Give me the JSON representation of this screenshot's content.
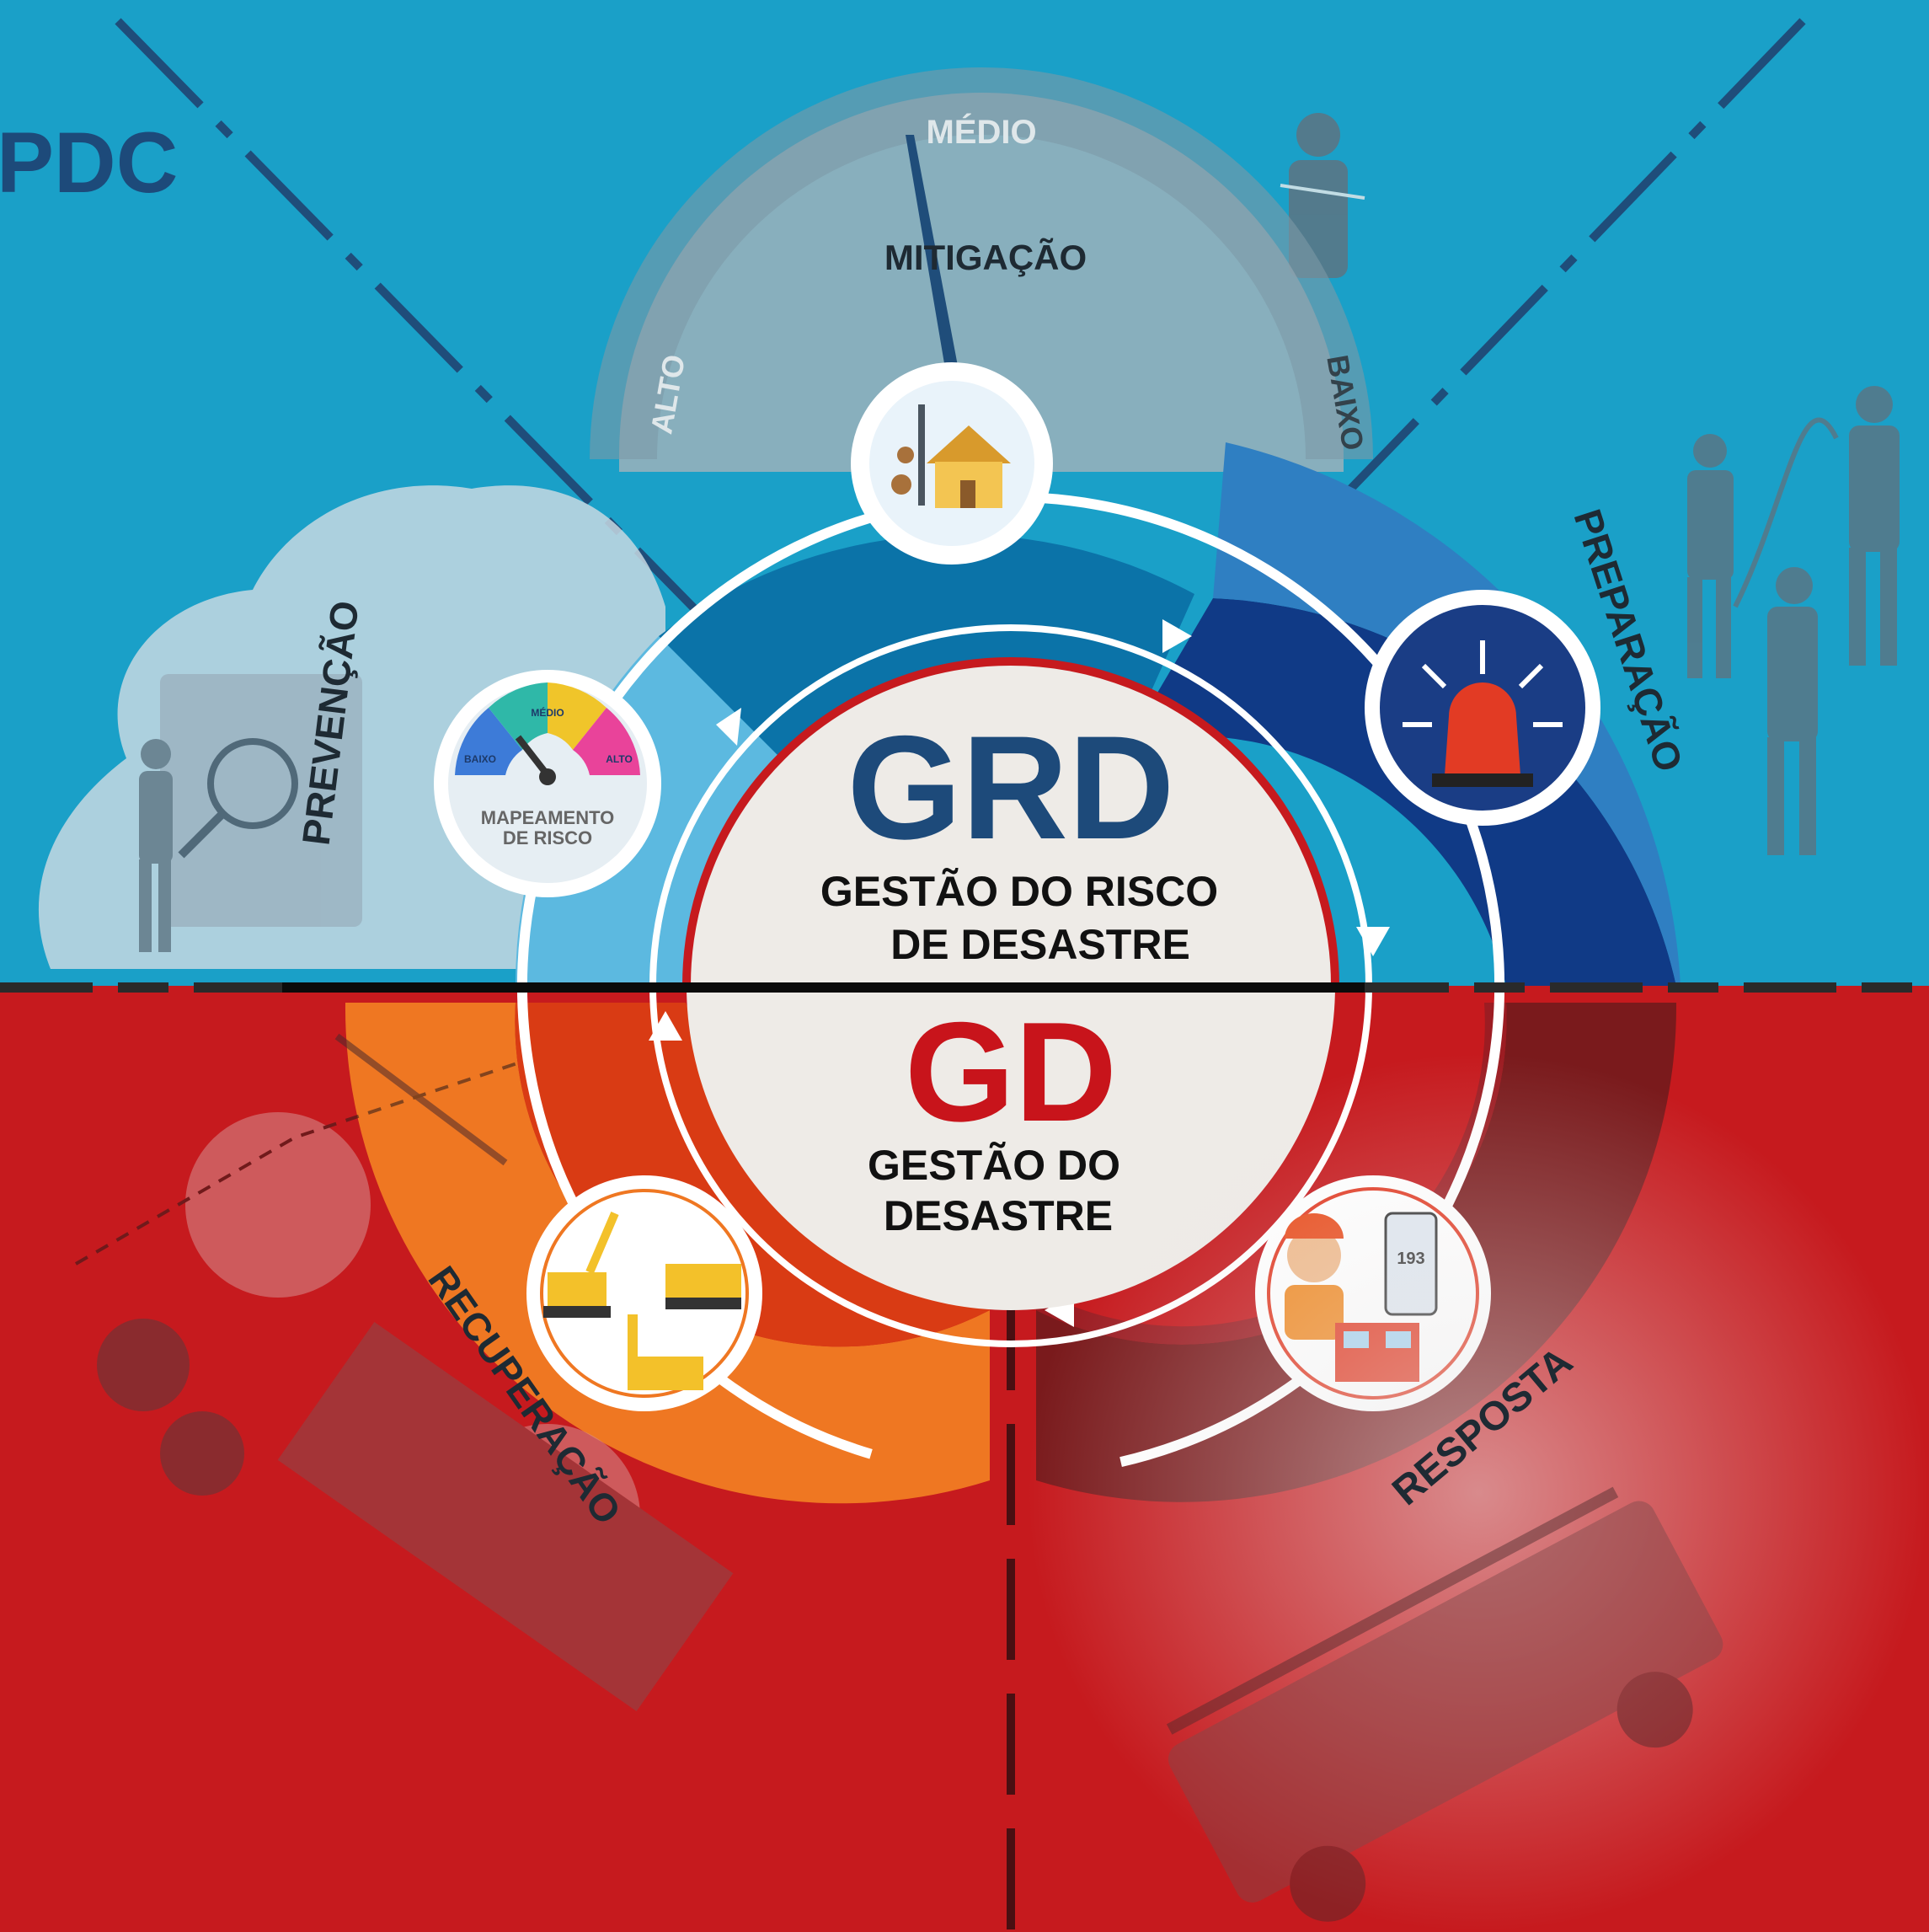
{
  "corner_label": "PDC",
  "center": {
    "top_acronym": "GRD",
    "top_line1": "GESTÃO DO RISCO",
    "top_line2": "DE DESASTRE",
    "bottom_acronym": "GD",
    "bottom_line1": "GESTÃO DO",
    "bottom_line2": "DESASTRE"
  },
  "phases": {
    "mitigacao": "MITIGAÇÃO",
    "prevencao": "PREVENÇÃO",
    "preparacao": "PREPARAÇÃO",
    "resposta": "RESPOSTA",
    "recuperacao": "RECUPERAÇÃO"
  },
  "mitigation_gauge": {
    "left": "ALTO",
    "top": "MÉDIO",
    "right": "BAIXO"
  },
  "risk_gauge": {
    "title_line1": "MAPEAMENTO",
    "title_line2": "DE RISCO",
    "low": "BAIXO",
    "mid": "MÉDIO",
    "high": "ALTO"
  },
  "phone_number": "193",
  "colors": {
    "sky": "#1aa0c8",
    "red_bg": "#c61a1e",
    "navy_text": "#1d4a7a",
    "gd_red": "#c8141b",
    "ring_blue": "#0b73a8",
    "ring_light_blue": "#2a9bd6",
    "ring_navy": "#103a86",
    "ring_orange": "#ef7722",
    "ring_dark_red": "#7a1a1c",
    "center_bg": "#eeebe7"
  },
  "icons": [
    "house-icon",
    "risk-gauge-icon",
    "siren-icon",
    "firefighter-phone-icon",
    "construction-icon"
  ]
}
